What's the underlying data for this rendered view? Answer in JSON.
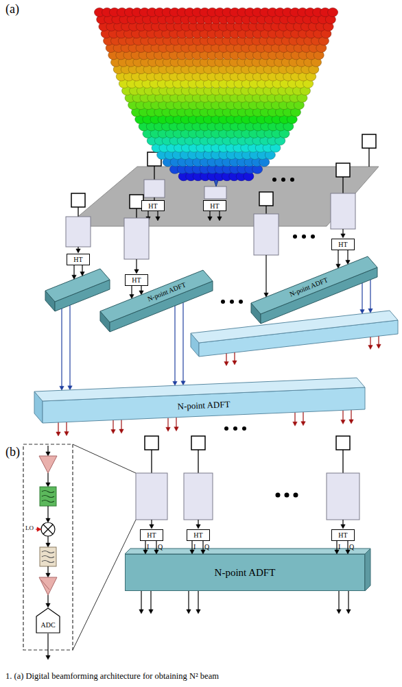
{
  "diagram": {
    "caption": "1. (a) Digital beamforming architecture for obtaining N² beam",
    "nodes": [
      {
        "text": [
          "HT"
        ]
      },
      {
        "text": [
          "HT"
        ]
      },
      {
        "text": [
          "HT"
        ]
      },
      {
        "text": [
          "HT"
        ]
      },
      {
        "text": [
          "HT"
        ]
      },
      {
        "text": [
          "N-point ADFT"
        ]
      },
      {
        "text": [
          "N-point ADFT"
        ]
      },
      {
        "text": [
          "N-point ADFT"
        ]
      },
      {
        "text": [
          "ADC"
        ]
      },
      {
        "text": [
          "HT"
        ]
      },
      {
        "text": [
          "HT"
        ]
      },
      {
        "text": [
          "HT"
        ]
      },
      {
        "text": [
          "N-point ADFT"
        ]
      }
    ],
    "edges": [
      {
        "from": 4,
        "to": 5,
        "arrow": "to"
      },
      {
        "from": 4,
        "to": 5,
        "arrow": "to"
      },
      {
        "from": 2,
        "to": 6,
        "arrow": "to"
      },
      {
        "from": 2,
        "to": 6,
        "arrow": "to"
      },
      {
        "from": 9,
        "to": 12,
        "label": "I",
        "arrow": "to"
      },
      {
        "from": 9,
        "to": 12,
        "label": "Q",
        "arrow": "to"
      },
      {
        "from": 10,
        "to": 12,
        "label": "I",
        "arrow": "to"
      },
      {
        "from": 10,
        "to": 12,
        "label": "Q",
        "arrow": "to"
      },
      {
        "from": 11,
        "to": 12,
        "label": "I",
        "arrow": "to"
      },
      {
        "from": 11,
        "to": 12,
        "label": "Q",
        "arrow": "to"
      }
    ],
    "labels": [
      "(a)",
      "(b)",
      "LO"
    ]
  }
}
